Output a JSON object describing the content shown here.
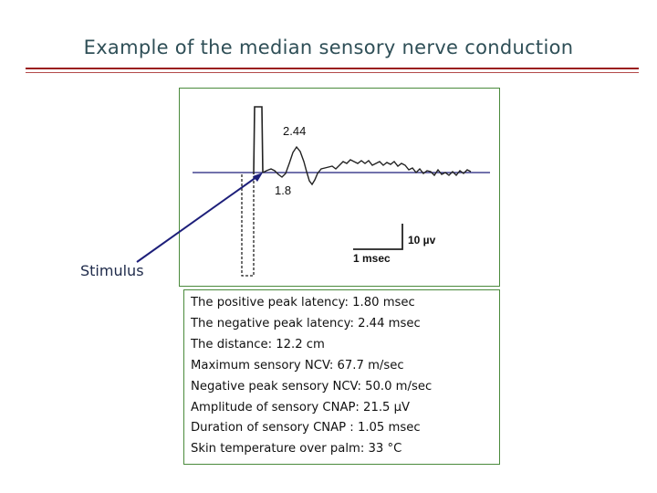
{
  "title": "Example of the median sensory nerve conduction",
  "accent_color": "#9a1d1d",
  "panel_border_color": "#4a8a3c",
  "waveform": {
    "peak_label": "2.44",
    "trough_label": "1.8",
    "scale_voltage": "10 µv",
    "scale_time": "1 msec"
  },
  "stimulus_label": "Stimulus",
  "results": [
    "The positive peak latency: 1.80 msec",
    "The negative peak latency: 2.44 msec",
    "The distance: 12.2 cm",
    "Maximum sensory NCV: 67.7 m/sec",
    "Negative peak sensory NCV: 50.0 m/sec",
    "Amplitude of sensory CNAP: 21.5 µV",
    "Duration of sensory CNAP : 1.05 msec",
    "Skin temperature over palm: 33 °C"
  ]
}
